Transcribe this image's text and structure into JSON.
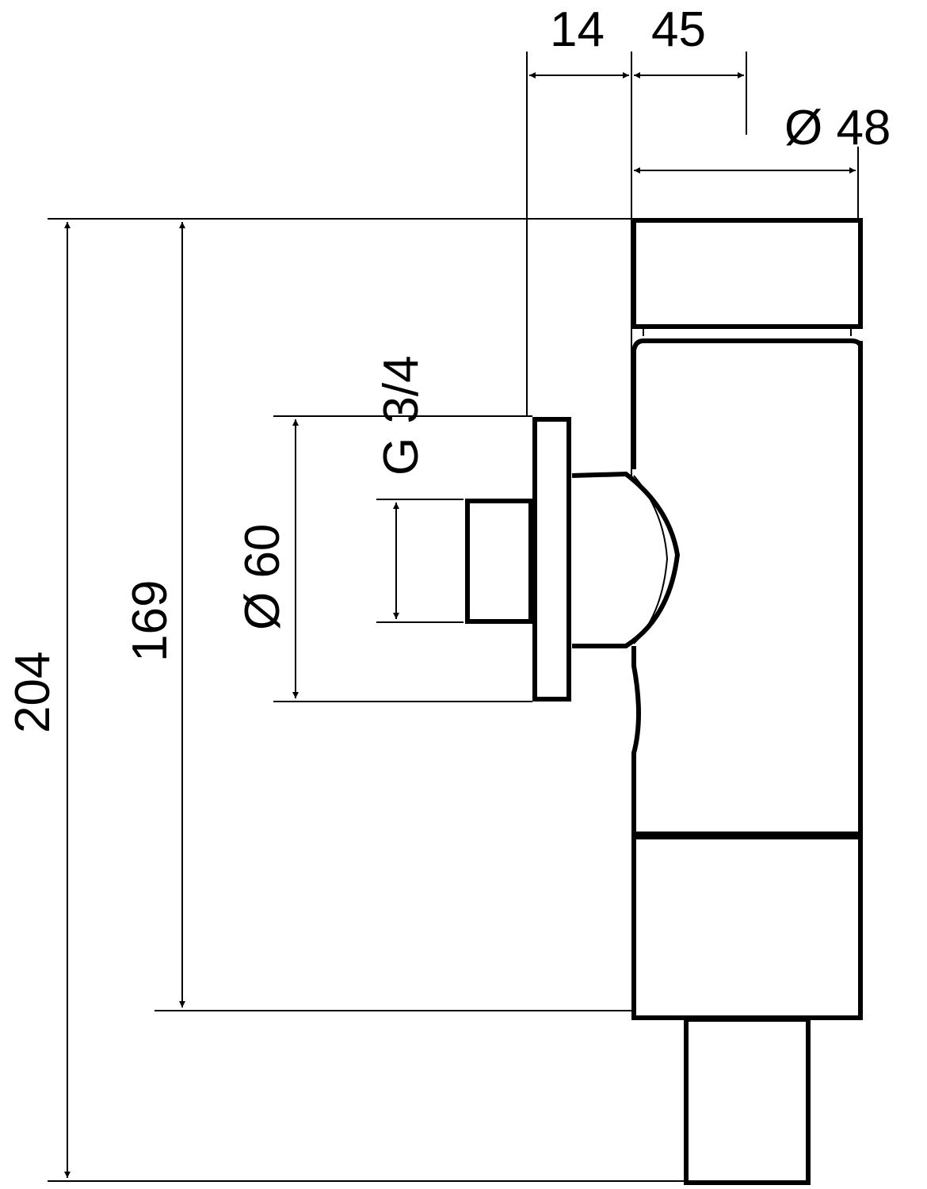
{
  "diagram": {
    "type": "technical-dimension-drawing",
    "dimensions": {
      "top_offset": "14",
      "top_depth": "45",
      "diameter_body": "Ø 48",
      "total_height": "204",
      "inlet_height": "169",
      "rosette_diameter": "Ø 60",
      "thread": "G 3/4"
    },
    "colors": {
      "ink": "#000000",
      "paper": "#ffffff"
    }
  }
}
